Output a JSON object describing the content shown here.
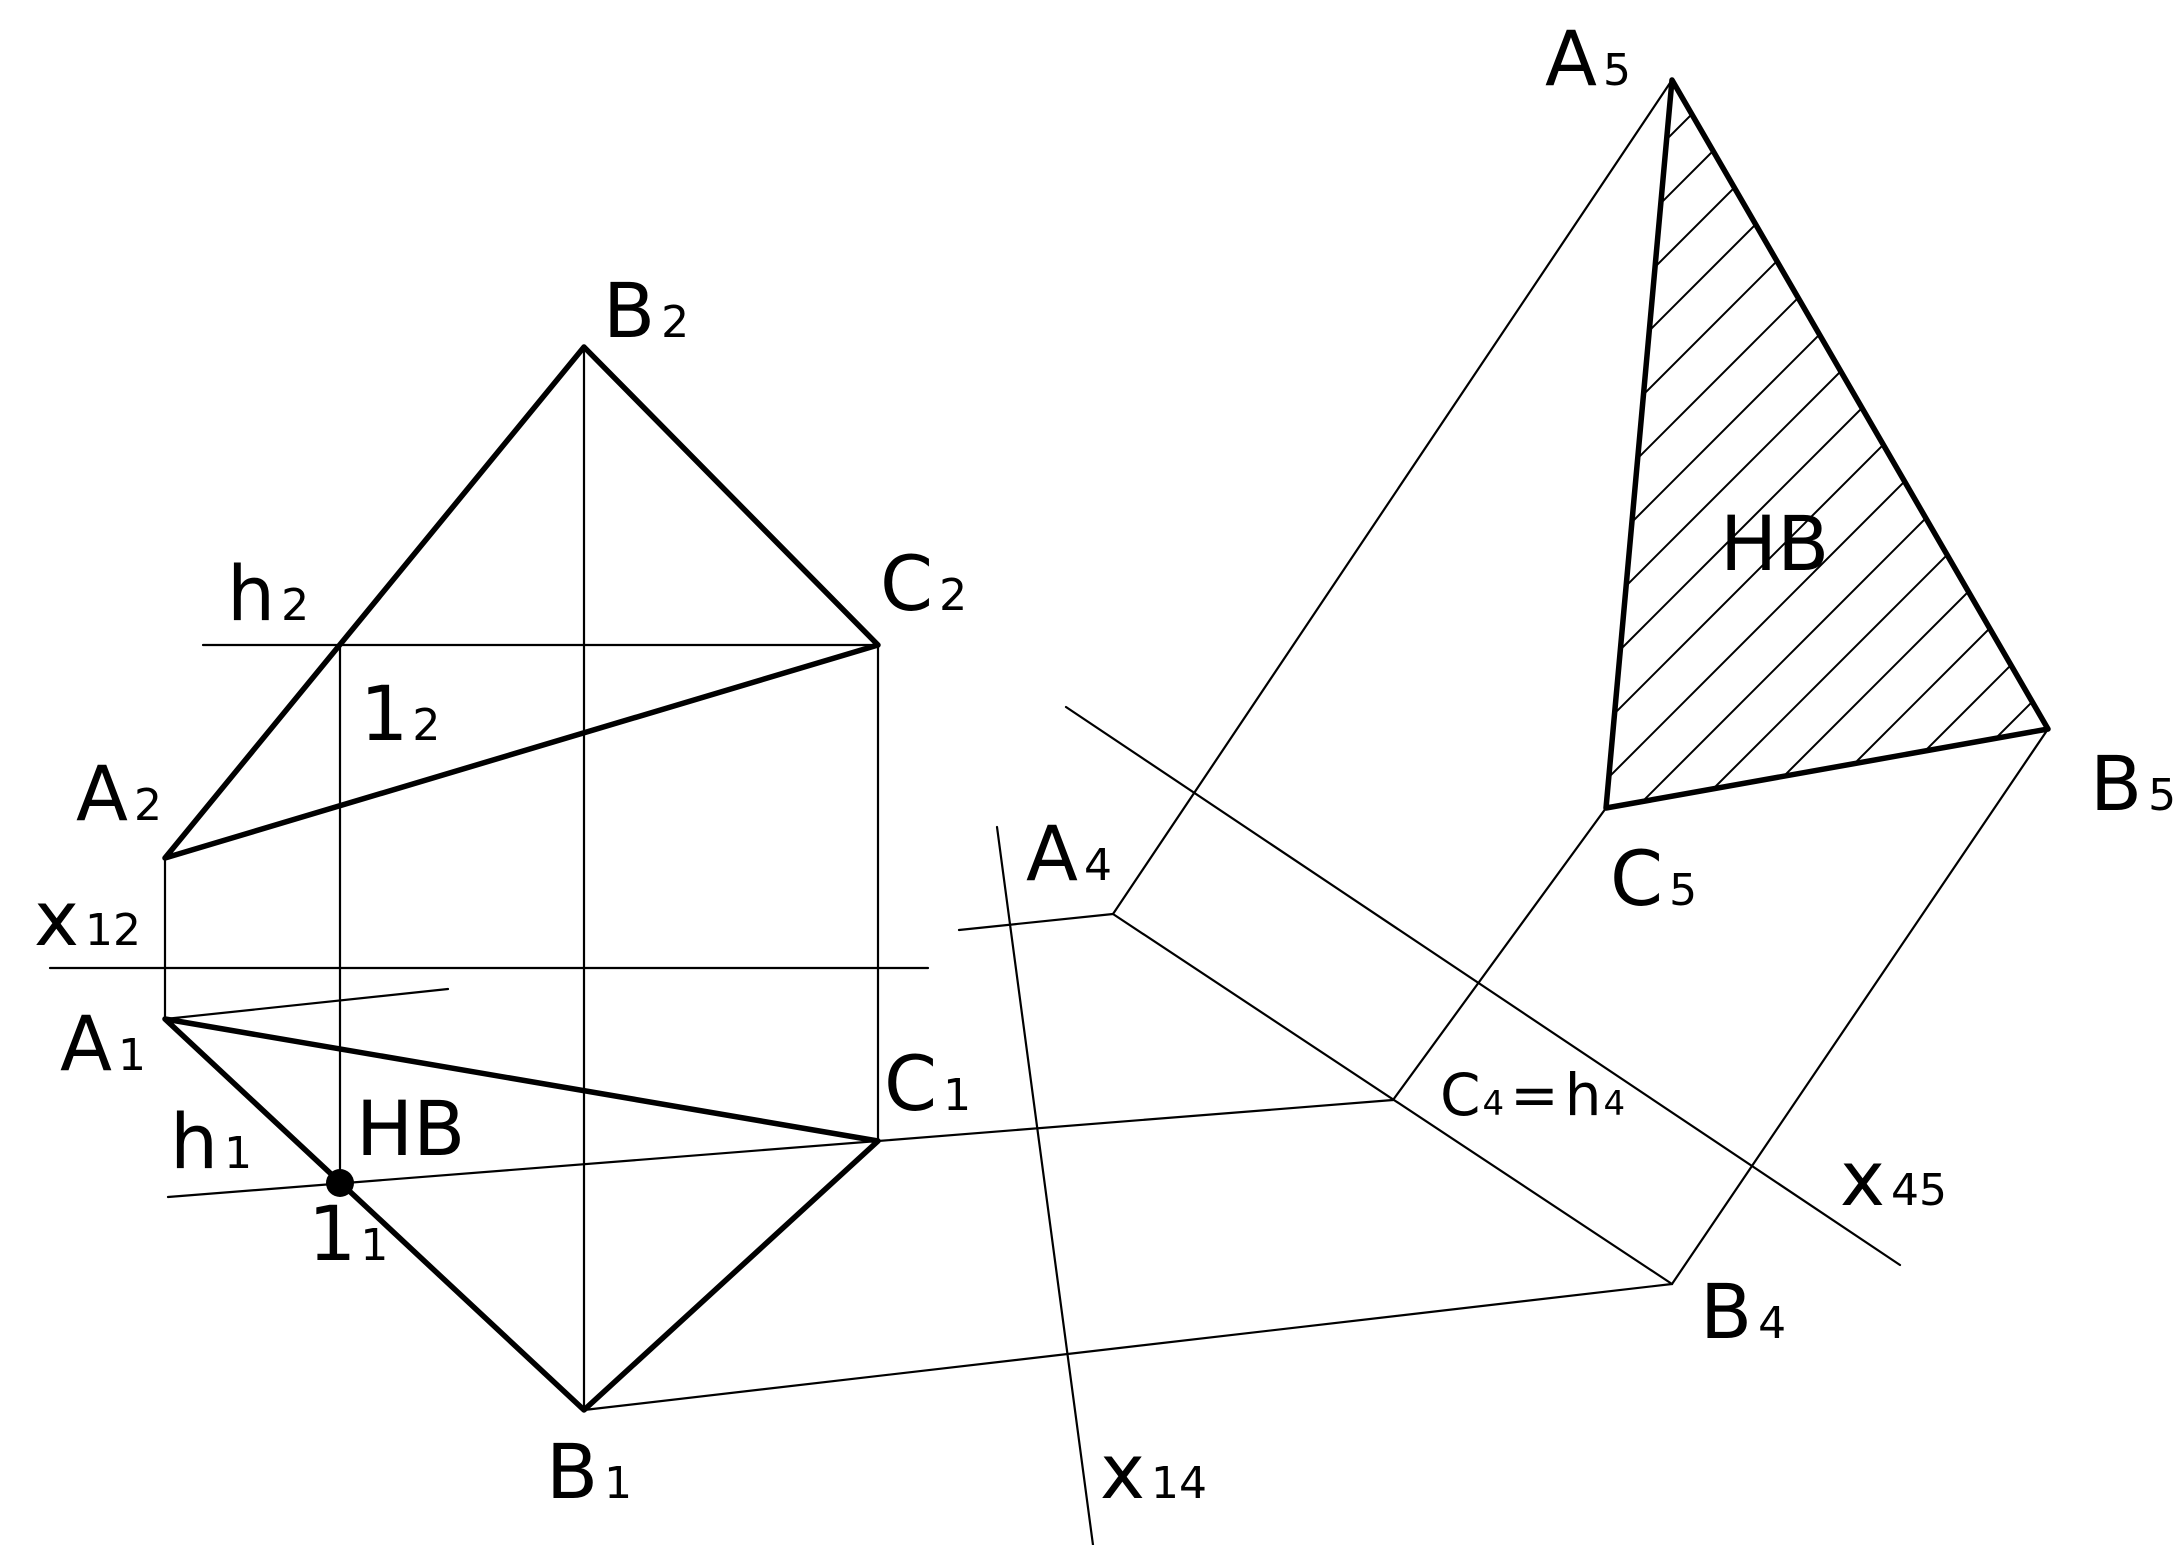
{
  "labels": {
    "A2": {
      "main": "A",
      "sub": "2"
    },
    "B2": {
      "main": "B",
      "sub": "2"
    },
    "C2": {
      "main": "C",
      "sub": "2"
    },
    "h2": {
      "main": "h",
      "sub": "2"
    },
    "p12": {
      "main": "1",
      "sub": "2"
    },
    "x12": {
      "main": "x",
      "sub": "12"
    },
    "A1": {
      "main": "A",
      "sub": "1"
    },
    "B1": {
      "main": "B",
      "sub": "1"
    },
    "C1": {
      "main": "C",
      "sub": "1"
    },
    "h1": {
      "main": "h",
      "sub": "1"
    },
    "p11": {
      "main": "1",
      "sub": "1"
    },
    "HB1": {
      "main": "HB"
    },
    "A4": {
      "main": "A",
      "sub": "4"
    },
    "B4": {
      "main": "B",
      "sub": "4"
    },
    "C4": {
      "main": "C",
      "sub": "4",
      "eq": "=",
      "main2": "h",
      "sub2": "4"
    },
    "x14": {
      "main": "x",
      "sub": "14"
    },
    "x45": {
      "main": "x",
      "sub": "45"
    },
    "A5": {
      "main": "A",
      "sub": "5"
    },
    "B5": {
      "main": "B",
      "sub": "5"
    },
    "C5": {
      "main": "C",
      "sub": "5"
    },
    "HB5": {
      "main": "HB"
    }
  }
}
